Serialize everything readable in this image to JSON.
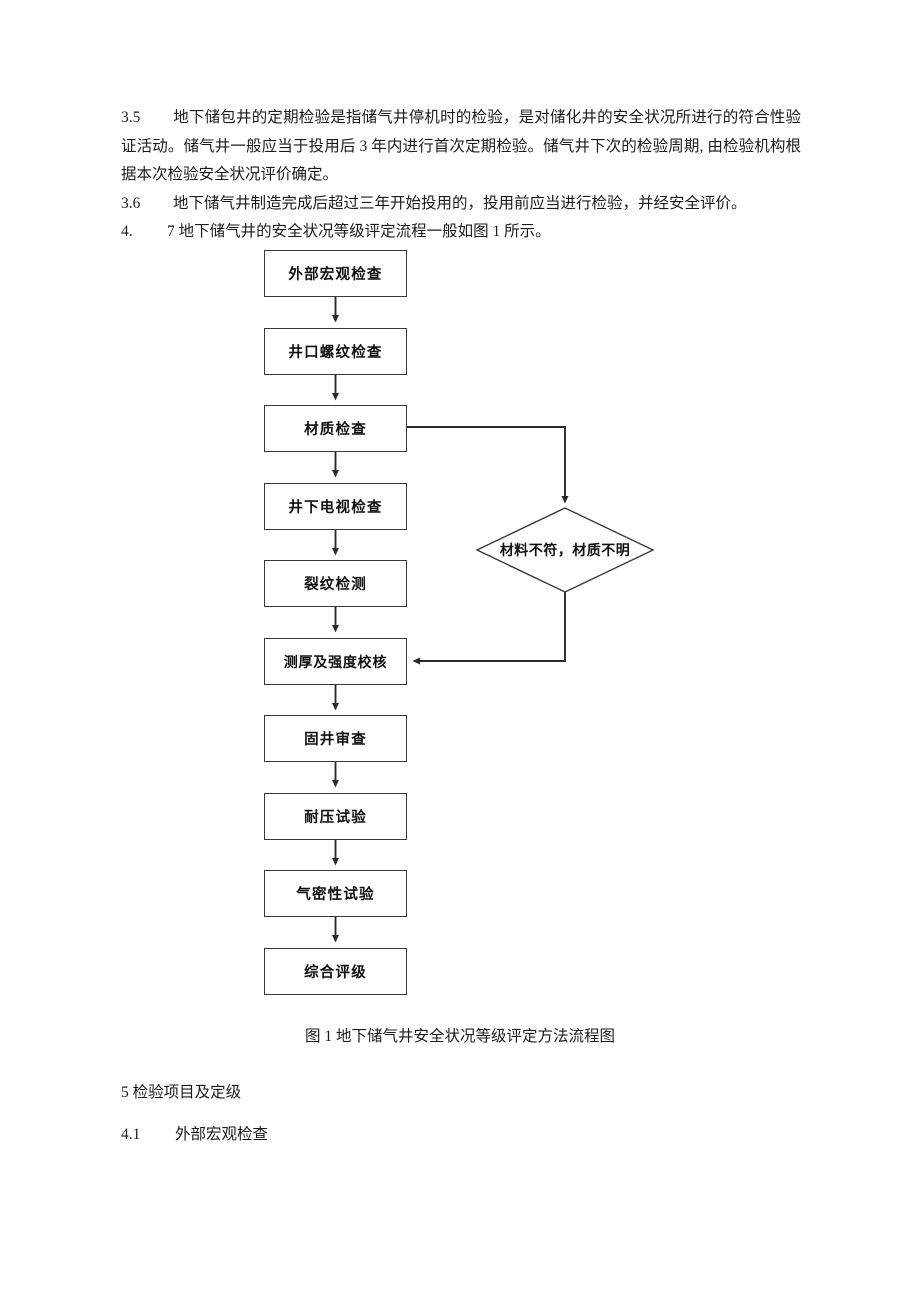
{
  "document": {
    "paragraphs": [
      {
        "number": "3.5",
        "text": "地下储包井的定期检验是指储气井停机时的检验，是对储化井的安全状况所进行的符合性验证活动。储气井一般应当于投用后 3 年内进行首次定期检验。储气井下次的检验周期, 由检验机构根据本次检验安全状况评价确定。"
      },
      {
        "number": "3.6",
        "text": "地下储气井制造完成后超过三年开始投用的，投用前应当进行检验，并经安全评价。"
      },
      {
        "number": "4.",
        "text": "7 地下储气井的安全状况等级评定流程一般如图 1 所示。"
      }
    ],
    "figure": {
      "caption": "图 1 地下储气井安全状况等级评定方法流程图",
      "nodes": [
        {
          "id": "n1",
          "label": "外部宏观检查",
          "shape": "rect"
        },
        {
          "id": "n2",
          "label": "井口螺纹检查",
          "shape": "rect"
        },
        {
          "id": "n3",
          "label": "材质检查",
          "shape": "rect"
        },
        {
          "id": "n4",
          "label": "井下电视检查",
          "shape": "rect"
        },
        {
          "id": "n5",
          "label": "裂纹检测",
          "shape": "rect"
        },
        {
          "id": "n6",
          "label": "测厚及强度校核",
          "shape": "rect"
        },
        {
          "id": "n7",
          "label": "固井审查",
          "shape": "rect"
        },
        {
          "id": "n8",
          "label": "耐压试验",
          "shape": "rect"
        },
        {
          "id": "n9",
          "label": "气密性试验",
          "shape": "rect"
        },
        {
          "id": "n10",
          "label": "综合评级",
          "shape": "rect"
        },
        {
          "id": "d1",
          "label": "材料不符，材质不明",
          "shape": "diamond"
        }
      ],
      "edges": [
        {
          "from": "n1",
          "to": "n2"
        },
        {
          "from": "n2",
          "to": "n3"
        },
        {
          "from": "n3",
          "to": "n4"
        },
        {
          "from": "n3",
          "to": "d1"
        },
        {
          "from": "n4",
          "to": "n5"
        },
        {
          "from": "n5",
          "to": "n6"
        },
        {
          "from": "d1",
          "to": "n6"
        },
        {
          "from": "n6",
          "to": "n7"
        },
        {
          "from": "n7",
          "to": "n8"
        },
        {
          "from": "n8",
          "to": "n9"
        },
        {
          "from": "n9",
          "to": "n10"
        }
      ]
    },
    "trailing_headings": [
      {
        "number": "5",
        "text": "检验项目及定级"
      },
      {
        "number": "4.1",
        "text": "外部宏观检查"
      }
    ]
  },
  "colors": {
    "page_background": "#ffffff",
    "text": "#1b1b1b",
    "line": "#3a3a3a"
  }
}
